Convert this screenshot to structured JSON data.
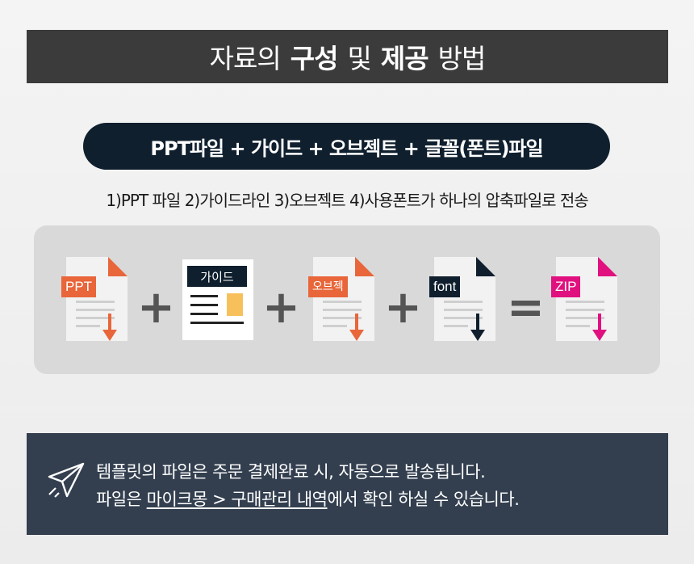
{
  "title": {
    "part1": "자료의",
    "part2": "구성",
    "part3": "및",
    "part4": "제공",
    "part5": "방법"
  },
  "pill_text": "PPT파일 + 가이드 + 오브젝트 + 글꼴(폰트)파일",
  "subtitle": "1)PPT 파일  2)가이드라인  3)오브젝트 4)사용폰트가 하나의 압축파일로 전송",
  "files": {
    "ppt": {
      "label": "PPT",
      "color": "#e8663a"
    },
    "guide": {
      "label": "가이드",
      "color": "#0f1f2e",
      "accent": "#f7c05a"
    },
    "object": {
      "label": "오브젝",
      "color": "#e8663a"
    },
    "font": {
      "label": "font",
      "color": "#0f1f2e"
    },
    "zip": {
      "label": "ZIP",
      "color": "#e0117f"
    }
  },
  "operators": {
    "plus": "+",
    "equals": "="
  },
  "notice": {
    "line1": "템플릿의 파일은 주문 결제완료 시, 자동으로 발송됩니다.",
    "line2_pre": "파일은 ",
    "line2_link": "마이크몽 > 구매관리 내역",
    "line2_post": "에서 확인 하실 수 있습니다."
  }
}
